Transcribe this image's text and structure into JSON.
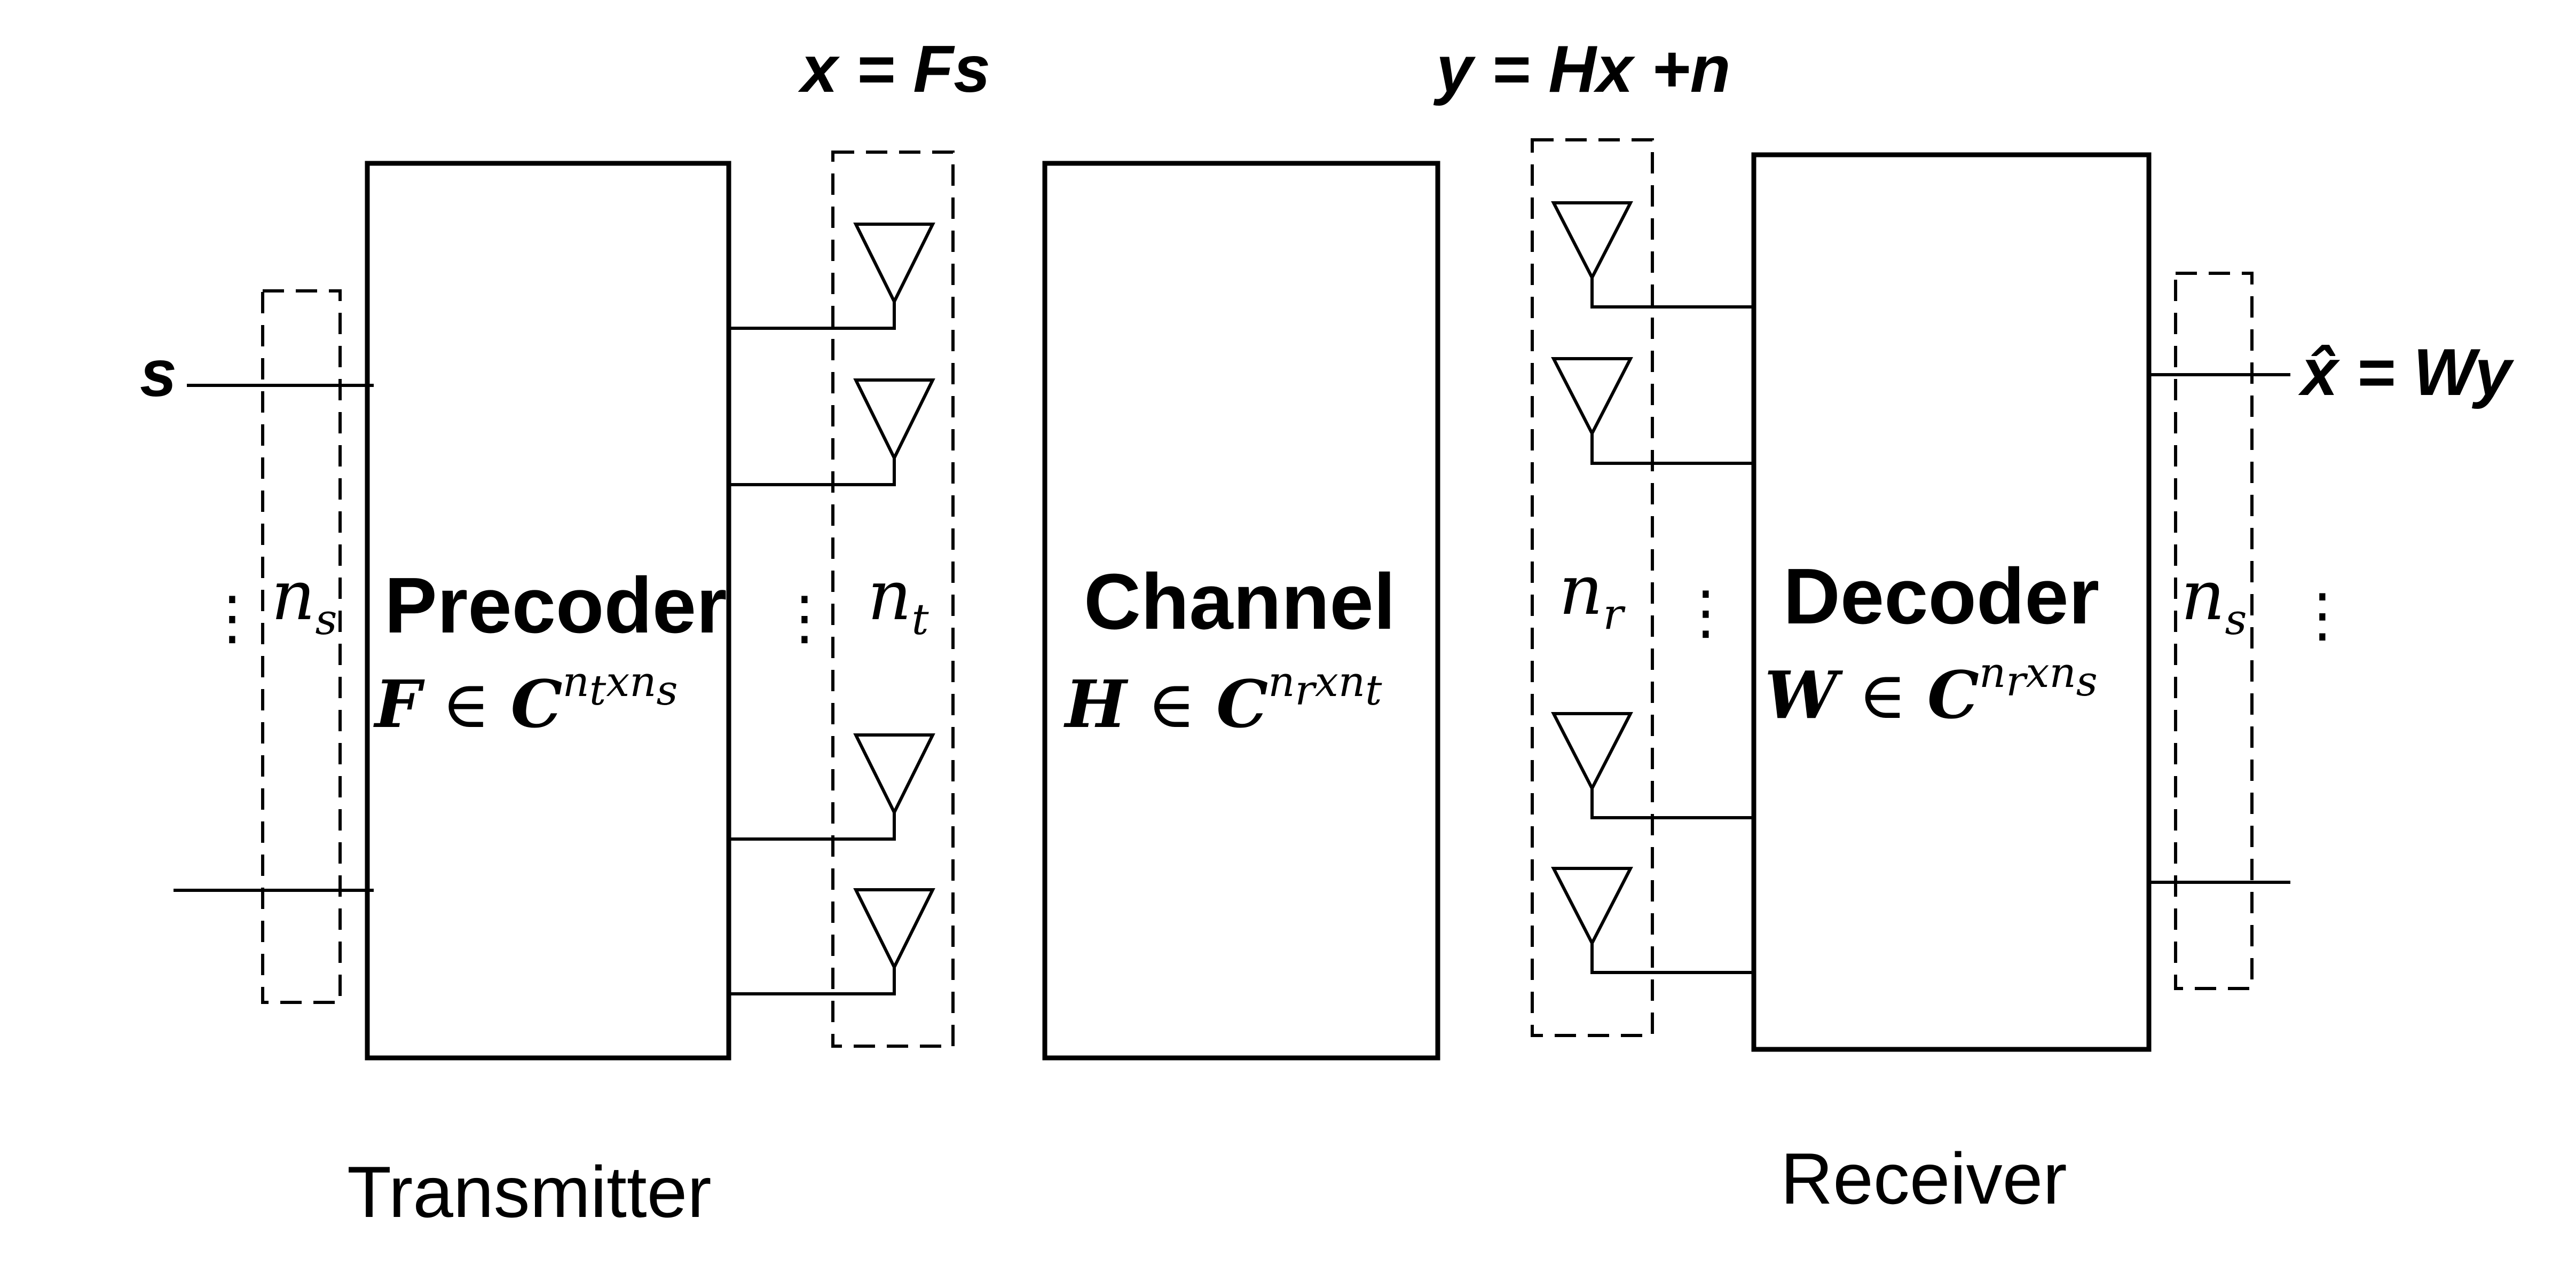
{
  "equations": {
    "tx_output": "x = Fs",
    "rx_input": "y = Hx +n",
    "input_signal": "s",
    "output_hat": "x̂",
    "output_eq": " = Wy"
  },
  "blocks": {
    "precoder": {
      "title": "Precoder",
      "math_var": "F",
      "math_rel": " ∈ ",
      "math_set": "C",
      "sup_a": "n",
      "sup_a_sub": "t",
      "sup_x": "x",
      "sup_b": "n",
      "sup_b_sub": "s"
    },
    "channel": {
      "title": "Channel",
      "math_var": "H",
      "math_rel": " ∈ ",
      "math_set": "C",
      "sup_a": "n",
      "sup_a_sub": "r",
      "sup_x": "x",
      "sup_b": "n",
      "sup_b_sub": "t"
    },
    "decoder": {
      "title": "Decoder",
      "math_var": "W",
      "math_rel": " ∈ ",
      "math_set": "C",
      "sup_a": "n",
      "sup_a_sub": "r",
      "sup_x": "x",
      "sup_b": "n",
      "sup_b_sub": "s"
    }
  },
  "groups": {
    "input_streams": {
      "base": "n",
      "sub": "s"
    },
    "tx_antennas": {
      "base": "n",
      "sub": "t"
    },
    "rx_antennas": {
      "base": "n",
      "sub": "r"
    },
    "output_streams": {
      "base": "n",
      "sub": "s"
    }
  },
  "ellipsis": "⋮",
  "captions": {
    "transmitter": "Transmitter",
    "receiver": "Receiver"
  }
}
